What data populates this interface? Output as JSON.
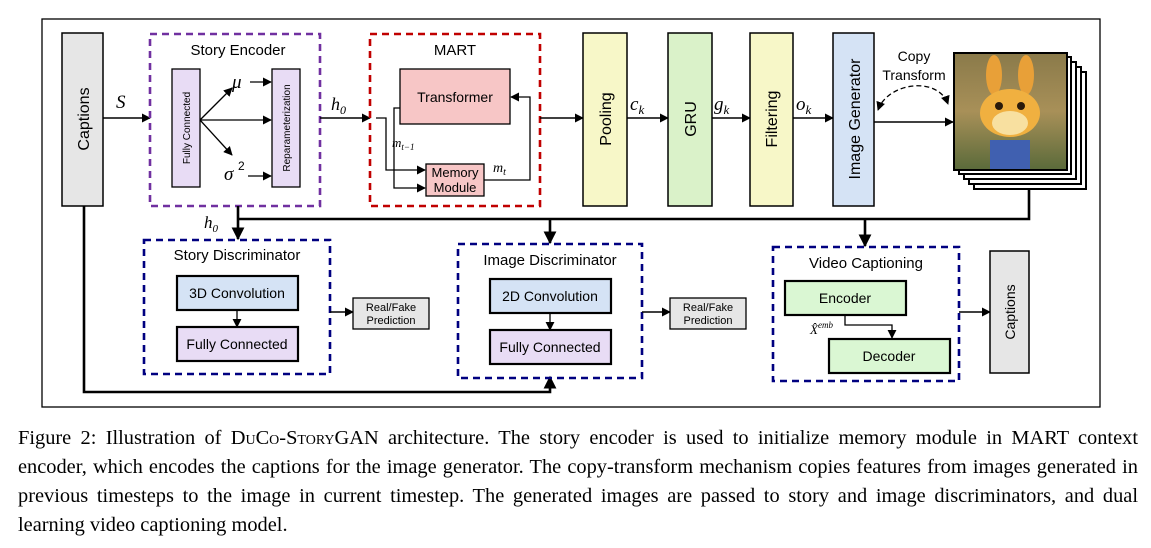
{
  "blocks": {
    "captions_in": "Captions",
    "story_encoder": "Story Encoder",
    "fully_connected_v": "Fully Connected",
    "reparameterization": "Reparameterization",
    "mart": "MART",
    "transformer": "Transformer",
    "memory_module_line1": "Memory",
    "memory_module_line2": "Module",
    "pooling": "Pooling",
    "gru": "GRU",
    "filtering": "Filtering",
    "image_generator": "Image Generator",
    "copy_transform_line1": "Copy",
    "copy_transform_line2": "Transform",
    "story_discriminator": "Story Discriminator",
    "conv3d": "3D Convolution",
    "fc_story": "Fully Connected",
    "realfake1_line1": "Real/Fake",
    "realfake1_line2": "Prediction",
    "image_discriminator": "Image Discriminator",
    "conv2d": "2D Convolution",
    "fc_image": "Fully Connected",
    "realfake2_line1": "Real/Fake",
    "realfake2_line2": "Prediction",
    "video_captioning": "Video Captioning",
    "encoder": "Encoder",
    "decoder": "Decoder",
    "captions_out": "Captions"
  },
  "symbols": {
    "S": "S",
    "mu": "μ",
    "sigma": "σ",
    "sigma_sup": "2",
    "h0": "h",
    "h0_sub": "0",
    "m_prev": "m",
    "m_prev_sub": "t−1",
    "m_t": "m",
    "m_t_sub": "t",
    "c_k": "c",
    "c_k_sub": "k",
    "g_k": "g",
    "g_k_sub": "k",
    "o_k": "o",
    "o_k_sub": "k",
    "x_emb": "X̂",
    "x_emb_sup": "emb"
  },
  "caption": {
    "lead": "Figure 2: Illustration of ",
    "model_name": "DuCo-StoryGAN",
    "rest": " architecture. The story encoder is used to initialize memory module in MART context encoder, which encodes the captions for the image generator. The copy-transform mechanism copies features from images generated in previous timesteps to the image in current timestep.  The generated images are passed to story and image discriminators, and dual learning video captioning model."
  },
  "colors": {
    "captions_gray": "#e6e6e6",
    "pooling_yellow": "#f7f7c8",
    "gru_green": "#daf2c9",
    "filtering_yellow": "#f7f7c8",
    "generator_blue": "#d5e3f5",
    "fc_purple": "#e8dcf5",
    "conv_blue": "#d5e3f5",
    "memory_pink": "#f7c6c6",
    "encdec_green": "#daf7d3",
    "transformer_pink": "#f7c6c6",
    "purple_border": "#7030a0",
    "red_border": "#c00000",
    "navy_border": "#000080"
  },
  "image_icons": [
    "rabbit-frame-image"
  ]
}
